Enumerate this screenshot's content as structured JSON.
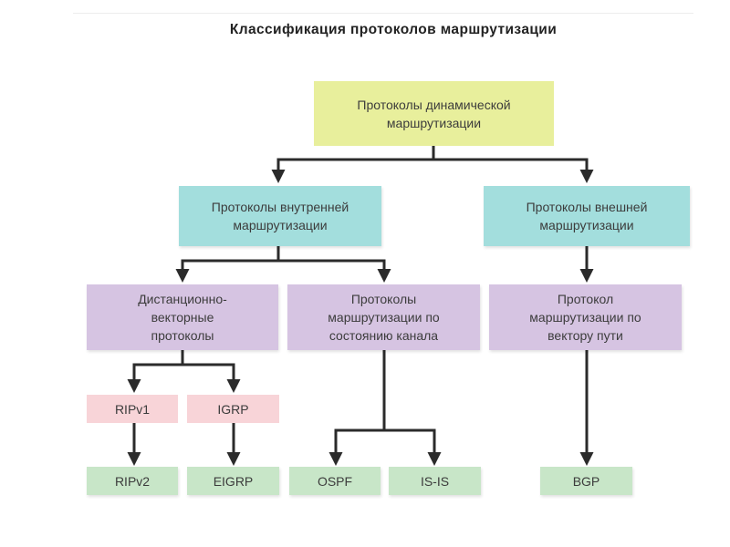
{
  "title": "Классификация протоколов маршрутизации",
  "nodes": {
    "dynamic": "Протоколы динамической маршрутизации",
    "interior": "Протоколы внутренней маршрутизации",
    "exterior": "Протоколы внешней маршрутизации",
    "distance_vector": "Дистанционно-векторные протоколы",
    "link_state": "Протоколы маршрутизации по состоянию канала",
    "path_vector": "Протокол маршрутизации по вектору пути",
    "ripv1": "RIPv1",
    "igrp": "IGRP",
    "ripv2": "RIPv2",
    "eigrp": "EIGRP",
    "ospf": "OSPF",
    "isis": "IS-IS",
    "bgp": "BGP"
  },
  "colors": {
    "level1": "#e8ef9c",
    "level2": "#a3dedd",
    "level3": "#d6c4e2",
    "legacy": "#f8d4d8",
    "current": "#c8e6c8",
    "connector": "#2b2b2b"
  }
}
